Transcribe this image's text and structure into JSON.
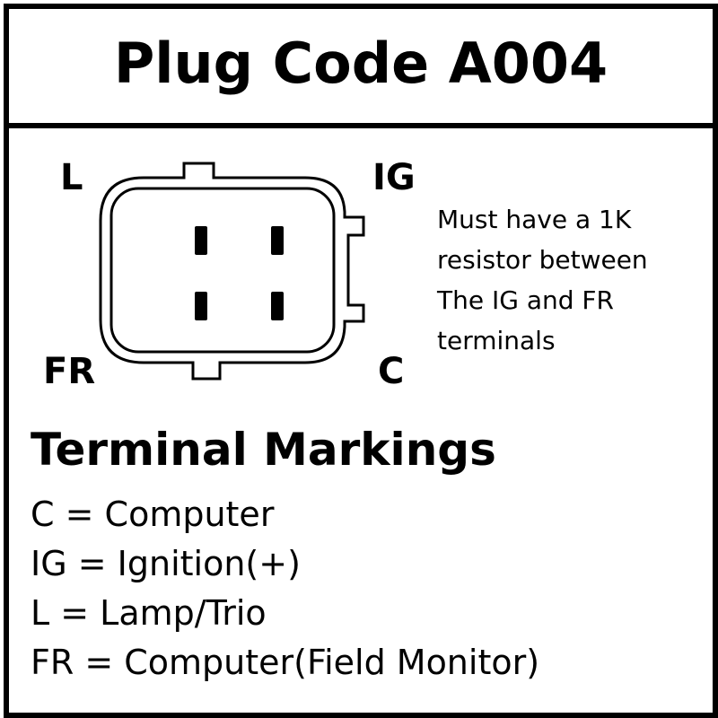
{
  "header": {
    "title": "Plug Code A004"
  },
  "connector": {
    "pins": {
      "top_left": "L",
      "top_right": "IG",
      "bottom_left": "FR",
      "bottom_right": "C"
    }
  },
  "note": {
    "lines": [
      "Must have a 1K",
      "resistor between",
      "The IG and FR",
      "terminals"
    ]
  },
  "markings": {
    "title": "Terminal Markings",
    "items": [
      "C = Computer",
      "IG = Ignition(+)",
      "L = Lamp/Trio",
      "FR = Computer(Field Monitor)"
    ]
  }
}
